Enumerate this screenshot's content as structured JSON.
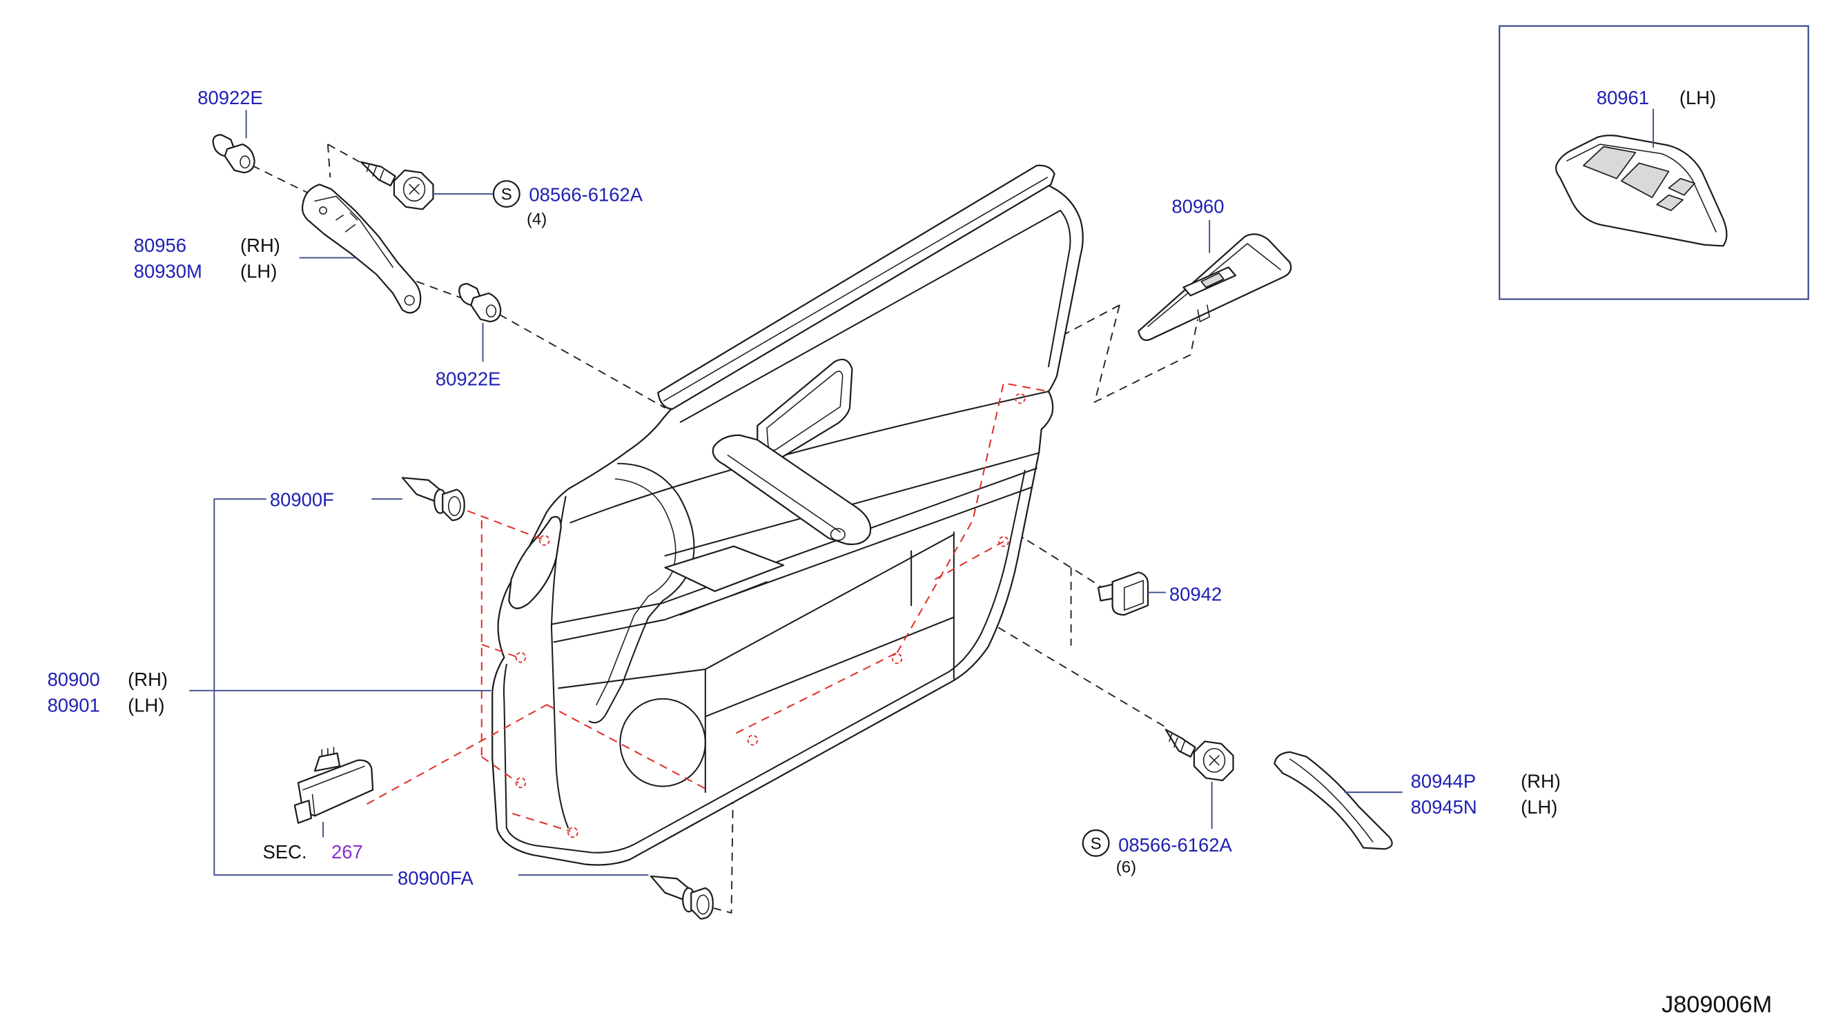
{
  "colors": {
    "part_number": "#1f1fb4",
    "section_number": "#8a2fd0",
    "text": "#111111",
    "line": "#1c1c1c",
    "leader": "#3d4c8c",
    "hidden_clip_line": "#e0302a"
  },
  "callouts": {
    "clip_upper": "80922E",
    "screw_upper": {
      "symbol": "S",
      "part": "08566-6162A",
      "qty": "(4)"
    },
    "bracket": [
      {
        "part": "80956",
        "side": "(RH)"
      },
      {
        "part": "80930M",
        "side": "(LH)"
      }
    ],
    "clip_lower": "80922E",
    "switch_finisher": "80960",
    "inset_switch_finisher": {
      "part": "80961",
      "side": "(LH)"
    },
    "clip_80900f": "80900F",
    "trim_assembly": [
      {
        "part": "80900",
        "side": "(RH)"
      },
      {
        "part": "80901",
        "side": "(LH)"
      }
    ],
    "part_80942": "80942",
    "finisher_strip": [
      {
        "part": "80944P",
        "side": "(RH)"
      },
      {
        "part": "80945N",
        "side": "(LH)"
      }
    ],
    "screw_lower": {
      "symbol": "S",
      "part": "08566-6162A",
      "qty": "(6)"
    },
    "section_ref": {
      "prefix": "SEC.",
      "number": "267"
    },
    "clip_80900fa": "80900FA"
  },
  "diagram_code": "J809006M"
}
